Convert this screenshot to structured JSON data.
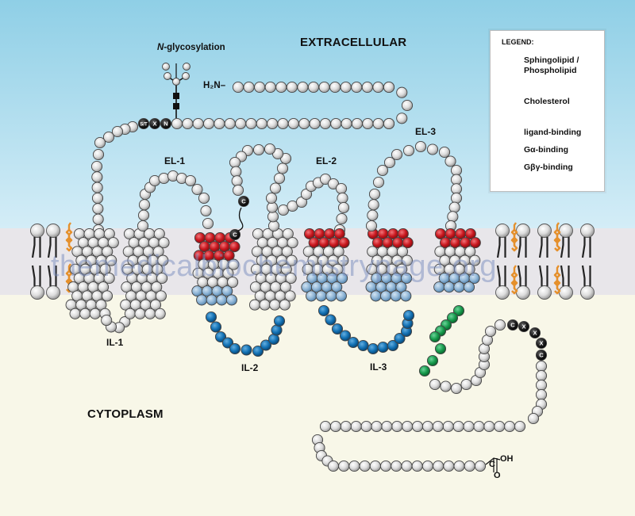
{
  "regions": {
    "extracellular": "EXTRACELLULAR",
    "cytoplasm": "CYTOPLASM"
  },
  "loops": {
    "el1": "EL-1",
    "el2": "EL-2",
    "el3": "EL-3",
    "il1": "IL-1",
    "il2": "IL-2",
    "il3": "IL-3"
  },
  "annotations": {
    "glycosylation_italic": "N",
    "glycosylation_rest": "-glycosylation",
    "n_terminus": "H₂N–",
    "c_terminus_oh": "OH",
    "c_terminus_c": "C",
    "c_terminus_o": "O"
  },
  "residue_letters": {
    "glyco_st": "S/T",
    "glyco_x": "X",
    "glyco_n": "N",
    "cys_el": "C",
    "cys_el2": "C",
    "cxxc": [
      "C",
      "X",
      "X",
      "X",
      "C"
    ]
  },
  "legend": {
    "title": "LEGEND:",
    "items": [
      {
        "label_line1": "Sphingolipid /",
        "label_line2": "Phospholipid",
        "icon": "lipid-icon"
      },
      {
        "label_line1": "Cholesterol",
        "label_line2": "",
        "icon": "cholesterol-icon"
      },
      {
        "label_line1": "ligand-binding",
        "label_line2": "",
        "icon": "red-residue-icon",
        "color": "#c8171e"
      },
      {
        "label_line1": "Gα-binding",
        "label_line2": "",
        "icon": "blue-residue-icon",
        "color": "#1271b4"
      },
      {
        "label_line1": "Gβγ-binding",
        "label_line2": "",
        "icon": "green-residue-icon",
        "color": "#169a4b"
      }
    ]
  },
  "watermark": "themedicalbiochemistrypage.org",
  "colors": {
    "extracellular_top": "#8fcfe6",
    "extracellular_bottom": "#d2ecf6",
    "membrane": "#e8e6ea",
    "cytoplasm": "#f8f7e8",
    "residue": "#d8d8d8",
    "ligand": "#c8171e",
    "galpha_dark": "#1271b4",
    "galpha_light": "#8fb5d6",
    "gbetagamma": "#169a4b",
    "cholesterol": "#f2a33a"
  }
}
